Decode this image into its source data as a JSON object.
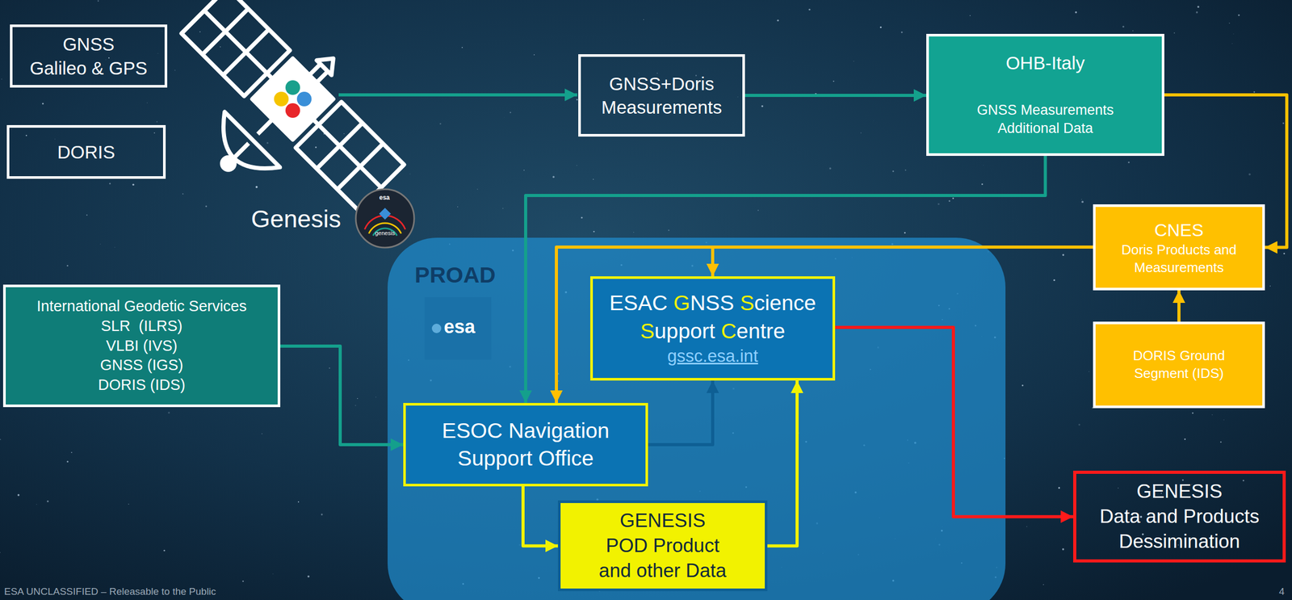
{
  "diagram": {
    "nodes": [
      {
        "text": [
          "GNSS",
          "Galileo & GPS"
        ]
      },
      {
        "text": [
          "DORIS"
        ]
      },
      {
        "text": [
          "GNSS+Doris Measurements"
        ]
      },
      {
        "text": [
          "OHB-Italy",
          "GNSS Measurements Additional Data"
        ]
      },
      {
        "text": [
          "International Geodetic Services",
          "SLR  (ILRS)",
          "VLBI (IVS)",
          "GNSS (IGS)",
          "DORIS (IDS)"
        ]
      },
      {
        "text": [
          "CNES",
          "Doris Products and Measurements"
        ]
      },
      {
        "text": [
          "DORIS Ground Segment (IDS)"
        ]
      },
      {
        "text": [
          "PROAD"
        ]
      },
      {
        "text": [
          "ESAC GNSS Science Support Centre",
          "gssc.esa.int"
        ],
        "in": 7
      },
      {
        "text": [
          "ESOC Navigation Support Office"
        ],
        "in": 7
      },
      {
        "text": [
          "GENESIS",
          "POD Product and other Data"
        ],
        "in": 7
      },
      {
        "text": [
          "GENESIS",
          "Data and Products Dessimination"
        ]
      }
    ],
    "edges": [
      {
        "from": 2,
        "to": 3,
        "arrow": "to"
      },
      {
        "from": 3,
        "to": 5,
        "arrow": "to"
      },
      {
        "from": 3,
        "to": 9,
        "arrow": "to"
      },
      {
        "from": 5,
        "to": 8,
        "arrow": "to"
      },
      {
        "from": 5,
        "to": 9,
        "arrow": "to"
      },
      {
        "from": 6,
        "to": 5,
        "arrow": "to"
      },
      {
        "from": 4,
        "to": 9,
        "arrow": "to"
      },
      {
        "from": 9,
        "to": 8,
        "arrow": "to"
      },
      {
        "from": 9,
        "to": 10,
        "arrow": "to"
      },
      {
        "from": 10,
        "to": 8,
        "arrow": "to"
      },
      {
        "from": 8,
        "to": 11,
        "arrow": "to"
      }
    ],
    "labels": [
      "Genesis",
      "esa",
      "genesis",
      "esa",
      "ESA UNCLASSIFIED – Releasable to the Public",
      "4"
    ]
  }
}
